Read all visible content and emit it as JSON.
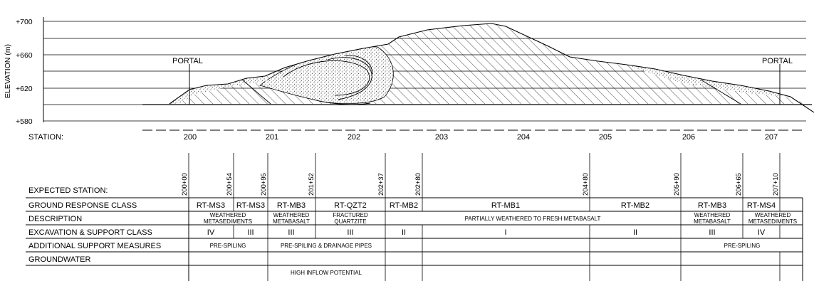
{
  "elevation_axis": {
    "title": "ELEVATION (m)",
    "ticks": [
      "+700",
      "+660",
      "+620",
      "+580"
    ]
  },
  "portals": {
    "left": "PORTAL",
    "right": "PORTAL"
  },
  "station_axis": {
    "label": "STATION:",
    "ticks": [
      "200",
      "201",
      "202",
      "203",
      "204",
      "205",
      "206",
      "207"
    ]
  },
  "table": {
    "expected_station_label": "EXPECTED STATION:",
    "expected_stations": [
      "200+00",
      "200+54",
      "200+95",
      "201+52",
      "202+37",
      "202+80",
      "204+80",
      "205+90",
      "206+65",
      "207+10"
    ],
    "row_labels": {
      "ground_response": "GROUND RESPONSE CLASS",
      "description": "DESCRIPTION",
      "excavation": "EXCAVATION & SUPPORT CLASS",
      "additional": "ADDITIONAL SUPPORT MEASURES",
      "groundwater": "GROUNDWATER"
    },
    "ground_response": [
      "RT-MS3",
      "RT-MS3",
      "RT-MB3",
      "RT-QZT2",
      "RT-MB2",
      "RT-MB1",
      "RT-MB2",
      "RT-MB3",
      "RT-MS4"
    ],
    "description": {
      "weathered": "WEATHERED",
      "metasediments": "METASEDIMENTS",
      "metabasalt": "METABASALT",
      "fractured": "FRACTURED",
      "quartzite": "QUARTZITE",
      "partially_weathered": "PARTIALLY WEATHERED TO FRESH METABASALT"
    },
    "excavation": [
      "IV",
      "III",
      "III",
      "III",
      "II",
      "I",
      "II",
      "III",
      "IV"
    ],
    "additional": {
      "pre_spiling": "PRE-SPILING",
      "pre_spiling_drainage": "PRE-SPILING & DRAINAGE PIPES"
    },
    "groundwater": {
      "high_inflow": "HIGH INFLOW POTENTIAL"
    }
  }
}
